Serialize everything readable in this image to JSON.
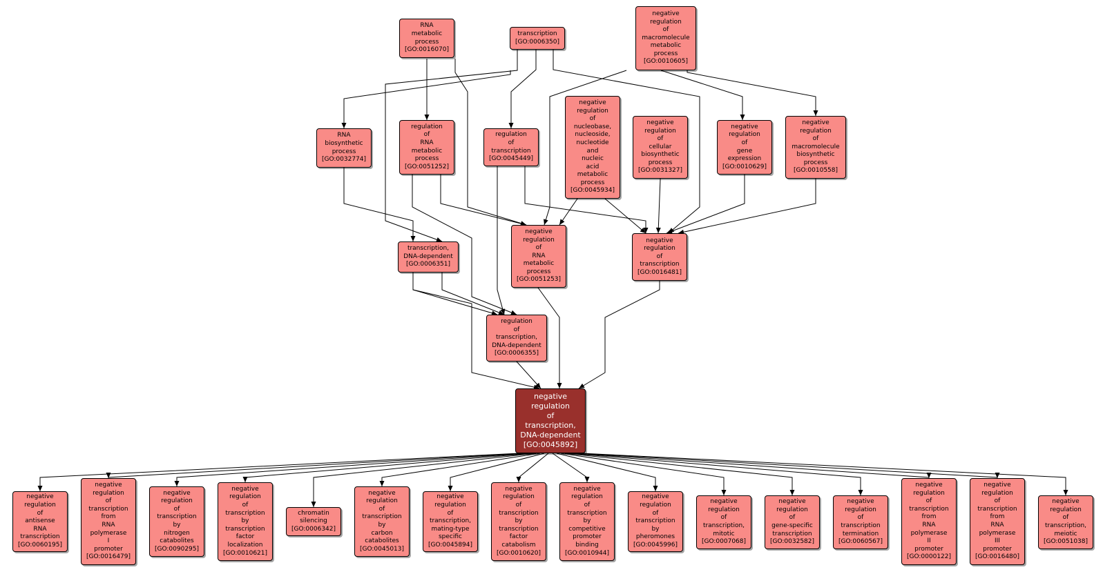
{
  "nodes": {
    "n16070": "RNA\nmetabolic\nprocess\n[GO:0016070]",
    "n6350": "transcription\n[GO:0006350]",
    "n10605": "negative\nregulation\nof\nmacromolecule\nmetabolic\nprocess\n[GO:0010605]",
    "n32774": "RNA\nbiosynthetic\nprocess\n[GO:0032774]",
    "n51252": "regulation\nof\nRNA\nmetabolic\nprocess\n[GO:0051252]",
    "n45449": "regulation\nof\ntranscription\n[GO:0045449]",
    "n45934": "negative\nregulation\nof\nnucleobase,\nnucleoside,\nnucleotide\nand\nnucleic\nacid\nmetabolic\nprocess\n[GO:0045934]",
    "n31327": "negative\nregulation\nof\ncellular\nbiosynthetic\nprocess\n[GO:0031327]",
    "n10629": "negative\nregulation\nof\ngene\nexpression\n[GO:0010629]",
    "n10558": "negative\nregulation\nof\nmacromolecule\nbiosynthetic\nprocess\n[GO:0010558]",
    "n6351": "transcription,\nDNA-dependent\n[GO:0006351]",
    "n51253": "negative\nregulation\nof\nRNA\nmetabolic\nprocess\n[GO:0051253]",
    "n16481": "negative\nregulation\nof\ntranscription\n[GO:0016481]",
    "n6355": "regulation\nof\ntranscription,\nDNA-dependent\n[GO:0006355]",
    "n45892": "negative\nregulation\nof\ntranscription,\nDNA-dependent\n[GO:0045892]",
    "c60195": "negative\nregulation\nof\nantisense\nRNA\ntranscription\n[GO:0060195]",
    "c16479": "negative\nregulation\nof\ntranscription\nfrom\nRNA\npolymerase\nI\npromoter\n[GO:0016479]",
    "c90295": "negative\nregulation\nof\ntranscription\nby\nnitrogen\ncatabolites\n[GO:0090295]",
    "c10621": "negative\nregulation\nof\ntranscription\nby\ntranscription\nfactor\nlocalization\n[GO:0010621]",
    "c6342": "chromatin\nsilencing\n[GO:0006342]",
    "c45013": "negative\nregulation\nof\ntranscription\nby\ncarbon\ncatabolites\n[GO:0045013]",
    "c45894": "negative\nregulation\nof\ntranscription,\nmating-type\nspecific\n[GO:0045894]",
    "c10620": "negative\nregulation\nof\ntranscription\nby\ntranscription\nfactor\ncatabolism\n[GO:0010620]",
    "c10944": "negative\nregulation\nof\ntranscription\nby\ncompetitive\npromoter\nbinding\n[GO:0010944]",
    "c45996": "negative\nregulation\nof\ntranscription\nby\npheromones\n[GO:0045996]",
    "c7068": "negative\nregulation\nof\ntranscription,\nmitotic\n[GO:0007068]",
    "c32582": "negative\nregulation\nof\ngene-specific\ntranscription\n[GO:0032582]",
    "c60567": "negative\nregulation\nof\ntranscription\ntermination\n[GO:0060567]",
    "c122": "negative\nregulation\nof\ntranscription\nfrom\nRNA\npolymerase\nII\npromoter\n[GO:0000122]",
    "c16480": "negative\nregulation\nof\ntranscription\nfrom\nRNA\npolymerase\nIII\npromoter\n[GO:0016480]",
    "c51038": "negative\nregulation\nof\ntranscription,\nmeiotic\n[GO:0051038]"
  },
  "colors": {
    "node_fill": "#f98b87",
    "focus_fill": "#99302c",
    "focus_text": "#ffffff",
    "edge": "#000000"
  }
}
